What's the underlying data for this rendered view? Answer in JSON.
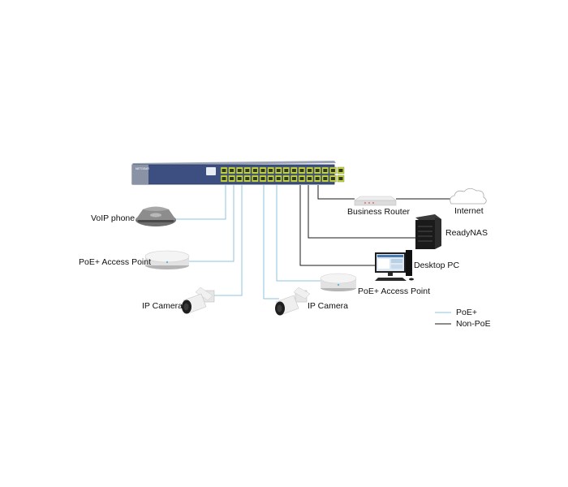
{
  "labels": {
    "voip_phone": "VoIP phone",
    "poe_access_point_left": "PoE+ Access Point",
    "ip_camera_left": "IP Camera",
    "ip_camera_right": "IP Camera",
    "poe_access_point_right": "PoE+ Access Point",
    "business_router": "Business Router",
    "internet": "Internet",
    "readynas": "ReadyNAS",
    "desktop_pc": "Desktop PC"
  },
  "legend": {
    "poe_label": "PoE+",
    "non_poe_label": "Non-PoE",
    "poe_color": "#8fc3dd",
    "non_poe_color": "#1a1a1a"
  },
  "switch": {
    "brand_text": "NETGEAR",
    "body_color": "#3d4f80",
    "port_color": "#c9d64a"
  },
  "icons": {
    "voip_phone": "conference-phone-icon",
    "access_point": "ceiling-access-point-icon",
    "ip_camera": "bullet-camera-icon",
    "router": "router-icon",
    "internet": "cloud-icon",
    "nas": "nas-tower-icon",
    "desktop": "desktop-pc-icon"
  }
}
